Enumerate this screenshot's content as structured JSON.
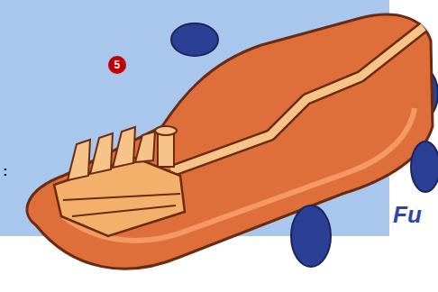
{
  "diagram": {
    "labels": [
      "5",
      ":",
      "Fu"
    ]
  }
}
